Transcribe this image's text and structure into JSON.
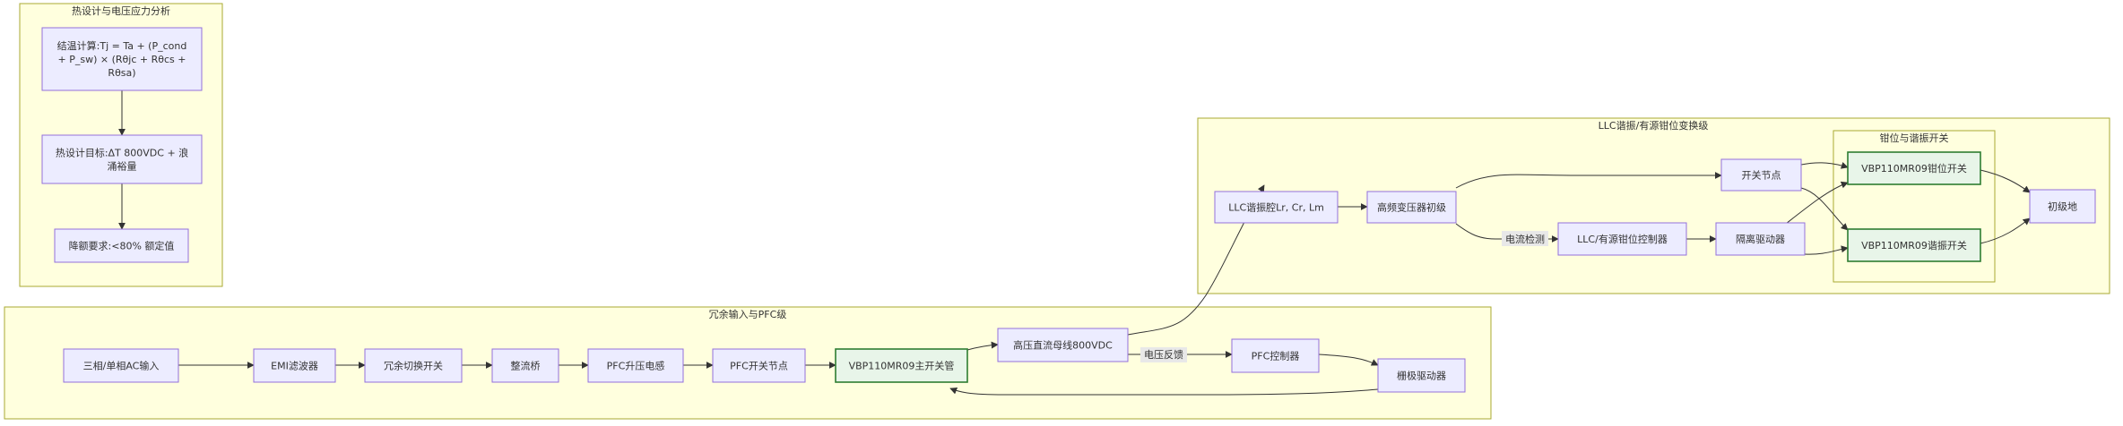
{
  "clusters": {
    "thermal": {
      "title": "热设计与电压应力分析"
    },
    "llc": {
      "title": "LLC谐振/有源钳位变换级"
    },
    "clamp": {
      "title": "钳位与谐振开关"
    },
    "pfc": {
      "title": "冗余输入与PFC级"
    }
  },
  "nodes": {
    "tj": {
      "lines": [
        "结温计算:Tj = Ta + (P_cond",
        "+ P_sw) × (Rθjc + Rθcs +",
        "Rθsa)"
      ]
    },
    "target": {
      "lines": [
        "热设计目标:ΔT 800VDC + 浪",
        "涌裕量"
      ]
    },
    "derate": {
      "lines": [
        "降额要求:<80% 额定值"
      ]
    },
    "llc_tank": {
      "lines": [
        "LLC谐振腔Lr, Cr, Lm"
      ]
    },
    "xfmr": {
      "lines": [
        "高频变压器初级"
      ]
    },
    "sw_node": {
      "lines": [
        "开关节点"
      ]
    },
    "llc_ctrl": {
      "lines": [
        "LLC/有源钳位控制器"
      ]
    },
    "iso_drv": {
      "lines": [
        "隔离驱动器"
      ]
    },
    "clamp_sw": {
      "lines": [
        "VBP110MR09钳位开关"
      ]
    },
    "res_sw": {
      "lines": [
        "VBP110MR09谐振开关"
      ]
    },
    "pri_gnd": {
      "lines": [
        "初级地"
      ]
    },
    "ac_in": {
      "lines": [
        "三相/单相AC输入"
      ]
    },
    "emi": {
      "lines": [
        "EMI滤波器"
      ]
    },
    "redund": {
      "lines": [
        "冗余切换开关"
      ]
    },
    "bridge": {
      "lines": [
        "整流桥"
      ]
    },
    "pfc_ind": {
      "lines": [
        "PFC升压电感"
      ]
    },
    "pfc_node": {
      "lines": [
        "PFC开关节点"
      ]
    },
    "main_sw": {
      "lines": [
        "VBP110MR09主开关管"
      ]
    },
    "bus": {
      "lines": [
        "高压直流母线800VDC"
      ]
    },
    "pfc_ctrl": {
      "lines": [
        "PFC控制器"
      ]
    },
    "gate_drv": {
      "lines": [
        "栅极驱动器"
      ]
    }
  },
  "edge_labels": {
    "current_sense": "电流检测",
    "voltage_fb": "电压反馈"
  },
  "colors": {
    "node_fill": "#ececff",
    "node_stroke": "#9370db",
    "cluster_fill": "#ffffde",
    "cluster_stroke": "#aaaa33",
    "highlight_fill": "#e8f5e9",
    "highlight_stroke": "#2e7d32"
  }
}
